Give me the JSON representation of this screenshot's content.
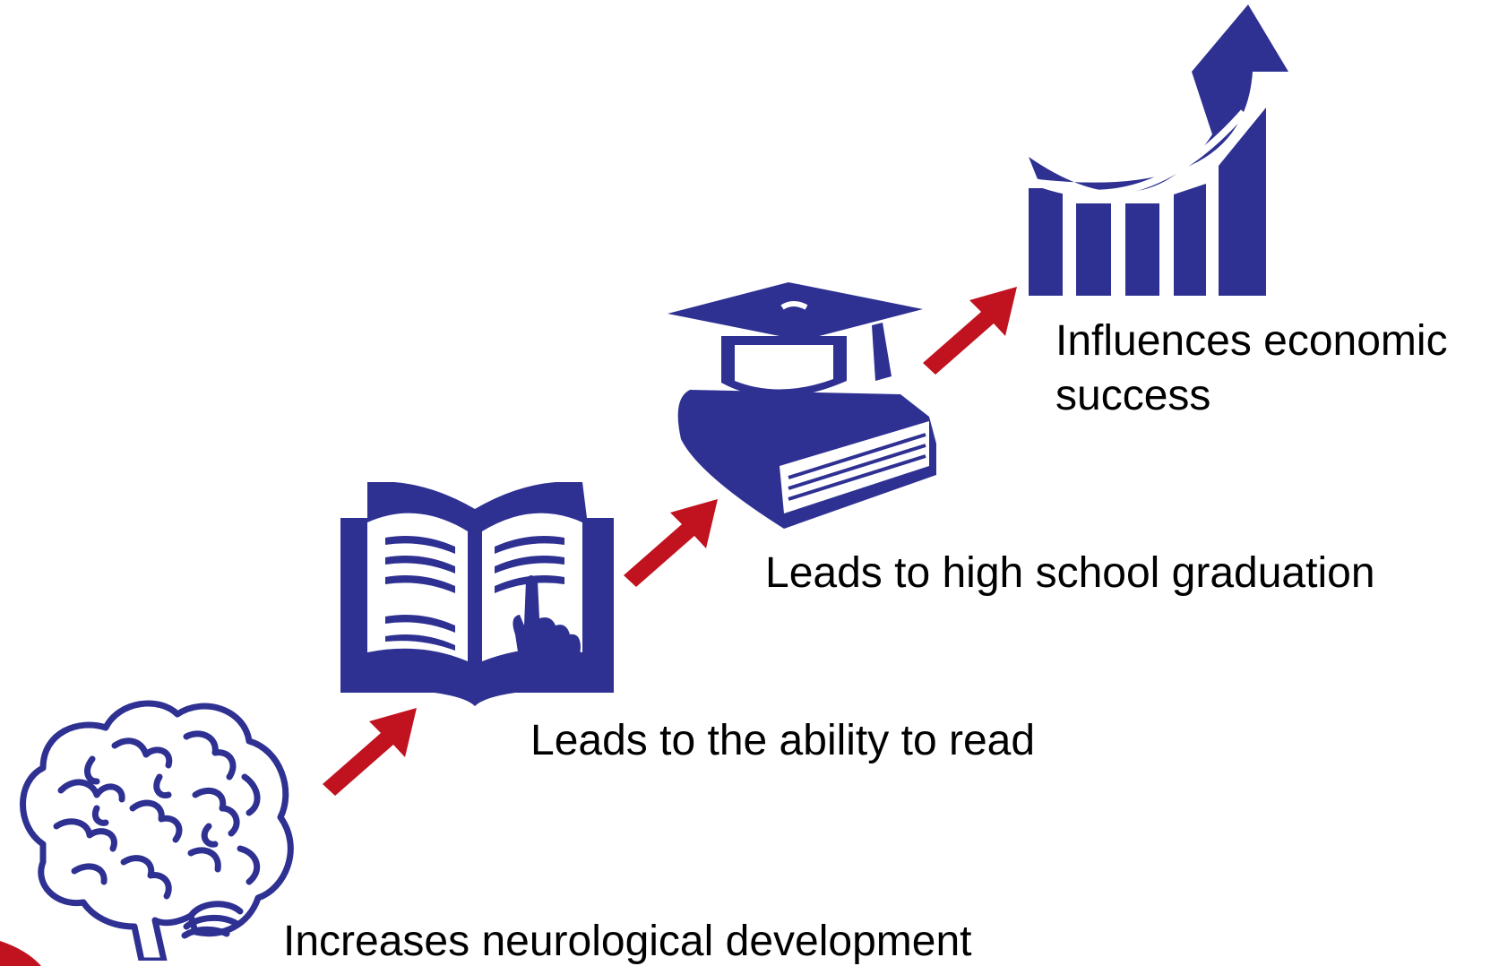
{
  "colors": {
    "icon": "#2e3192",
    "arrow": "#c1121f",
    "text": "#000000",
    "background": "#ffffff"
  },
  "steps": [
    {
      "icon": "brain-icon",
      "label": "Increases neurological development"
    },
    {
      "icon": "open-book-icon",
      "label": "Leads to the ability to read"
    },
    {
      "icon": "graduation-cap-book-icon",
      "label": "Leads to high school graduation"
    },
    {
      "icon": "growth-chart-icon",
      "label_lines": [
        "Influences economic",
        "success"
      ]
    }
  ]
}
